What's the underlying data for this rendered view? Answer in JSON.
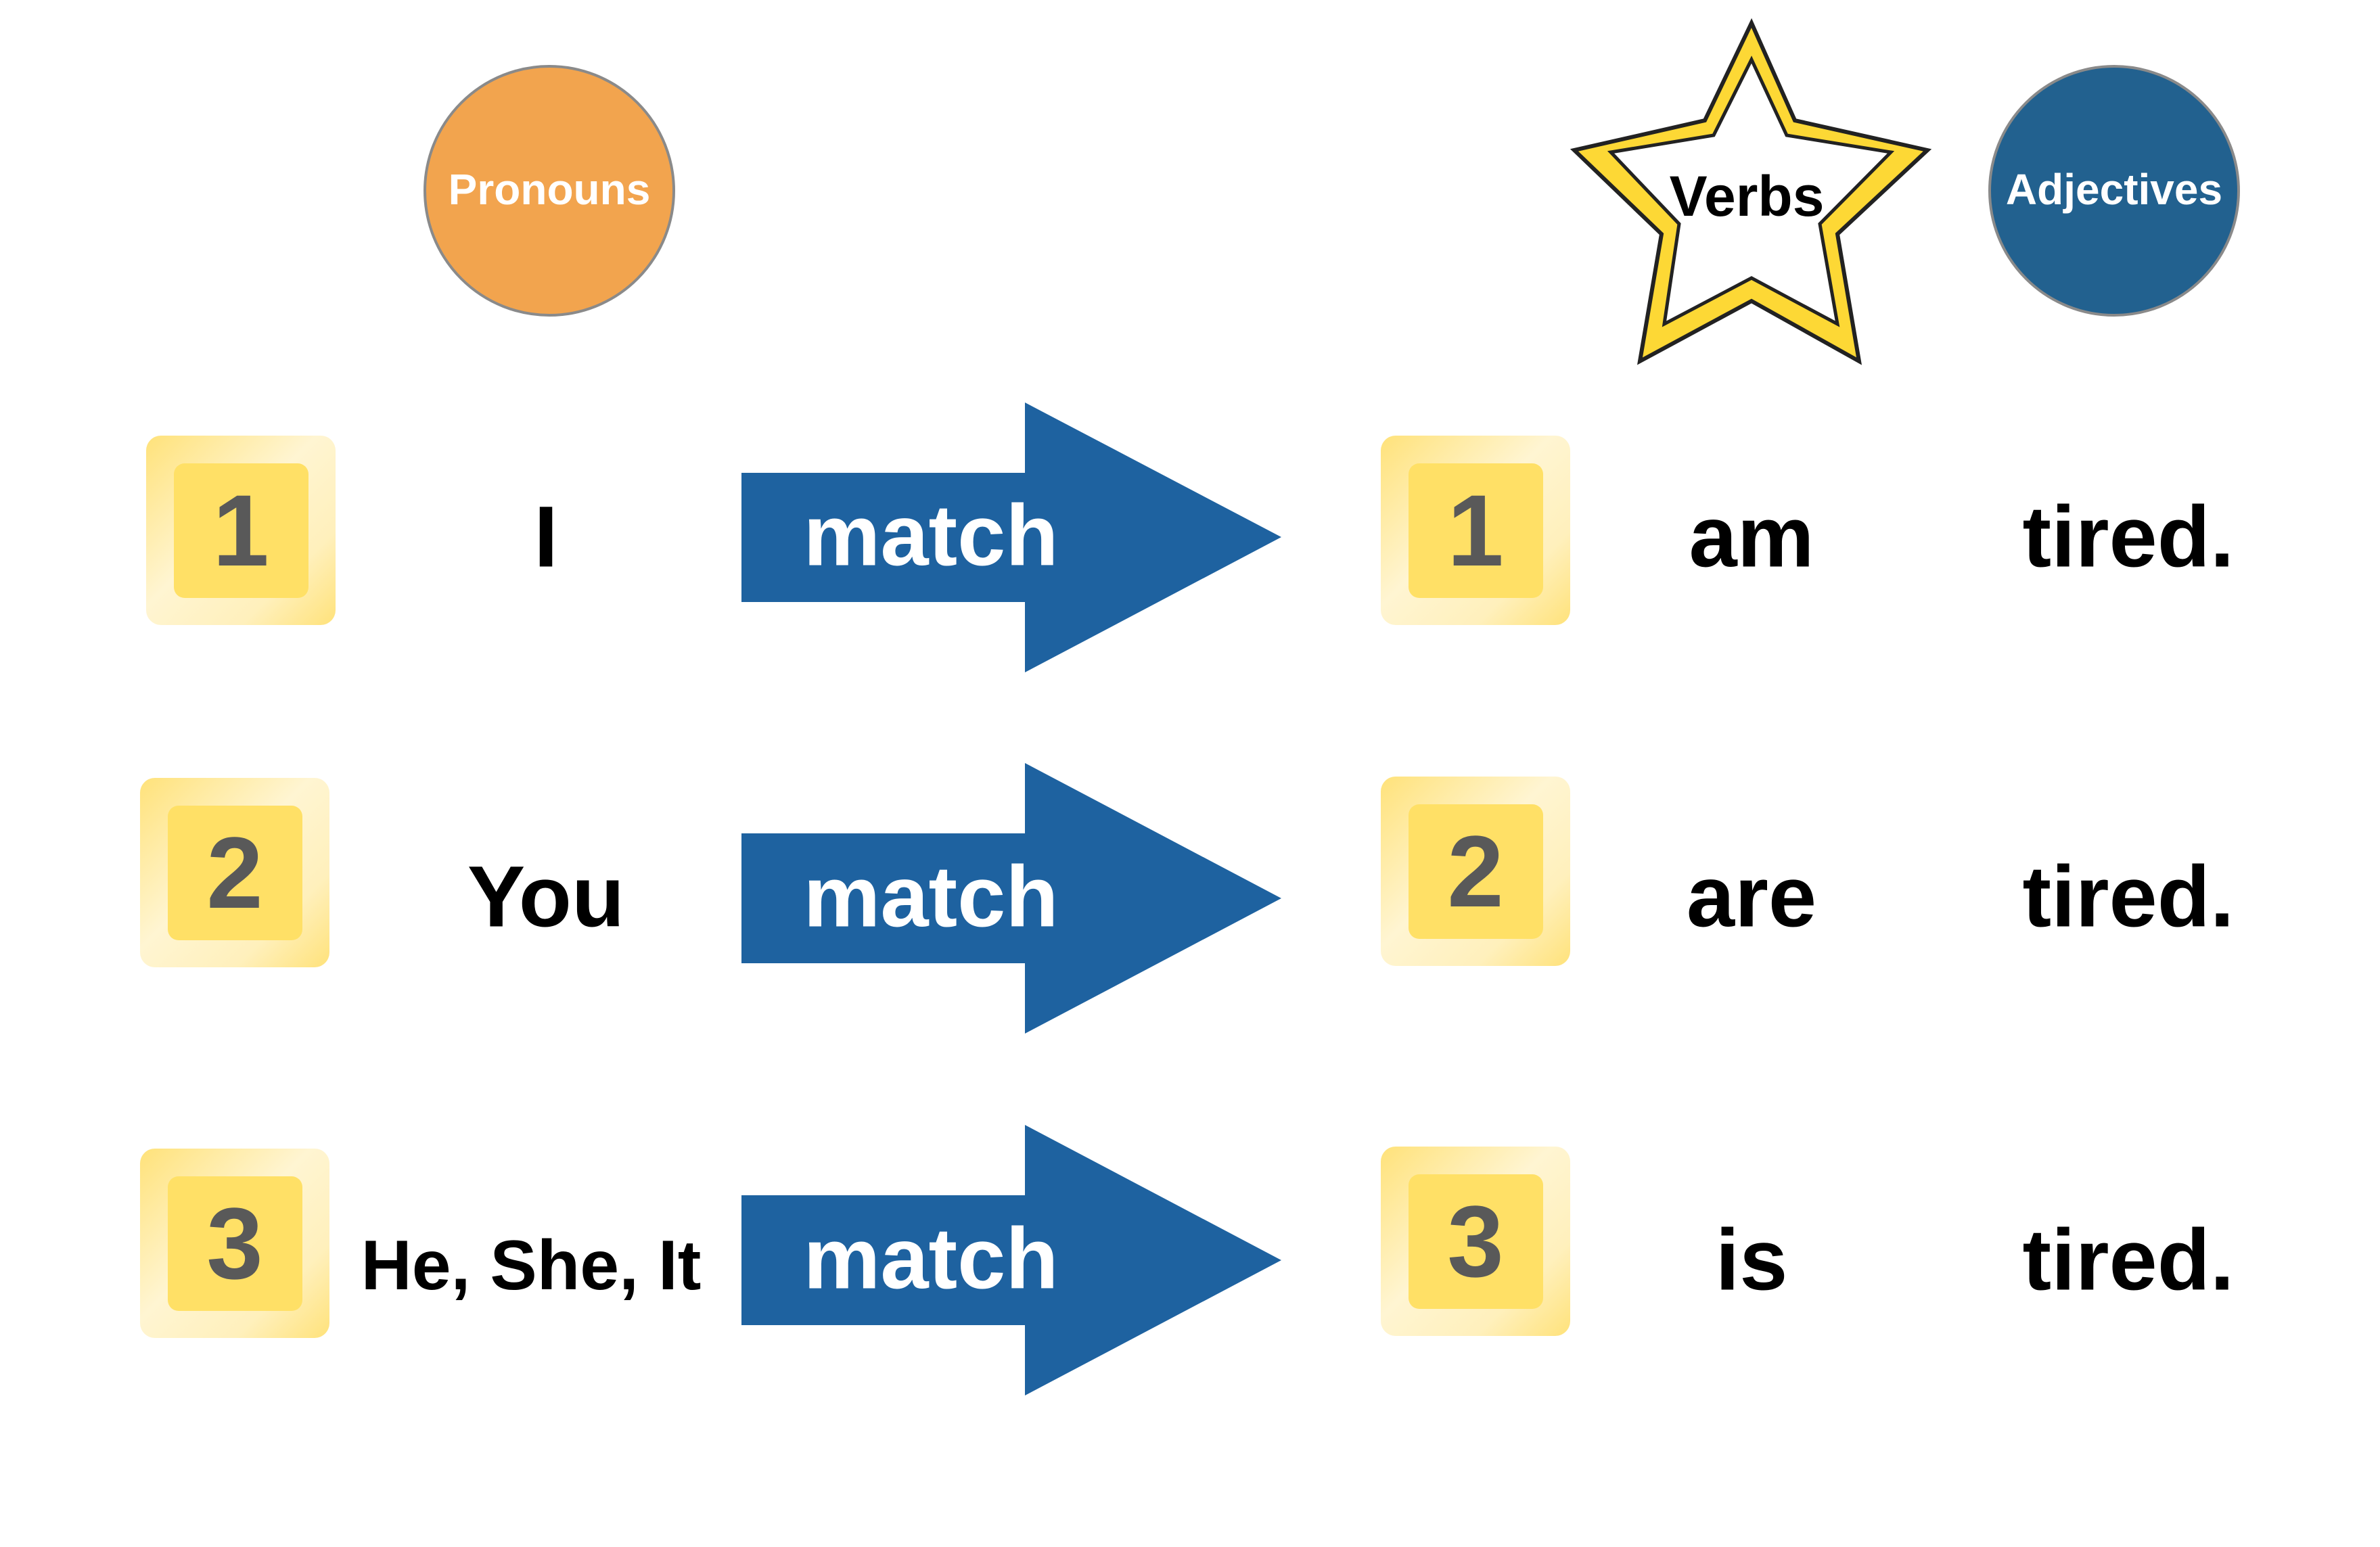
{
  "headers": {
    "pronouns": "Pronouns",
    "verbs": "Verbs",
    "adjectives": "Adjectives"
  },
  "rows": [
    {
      "number": "1",
      "pronoun": "I",
      "arrow": "match",
      "verb_number": "1",
      "verb": "am",
      "adjective": "tired."
    },
    {
      "number": "2",
      "pronoun": "You",
      "arrow": "match",
      "verb_number": "2",
      "verb": "are",
      "adjective": "tired."
    },
    {
      "number": "3",
      "pronoun": "He, She, It",
      "arrow": "match",
      "verb_number": "3",
      "verb": "is",
      "adjective": "tired."
    }
  ],
  "colors": {
    "pronouns": "#F2A44E",
    "adjectives": "#22618F",
    "arrow": "#1E62A0",
    "star": "#FDD835",
    "box": "#FFE066"
  }
}
